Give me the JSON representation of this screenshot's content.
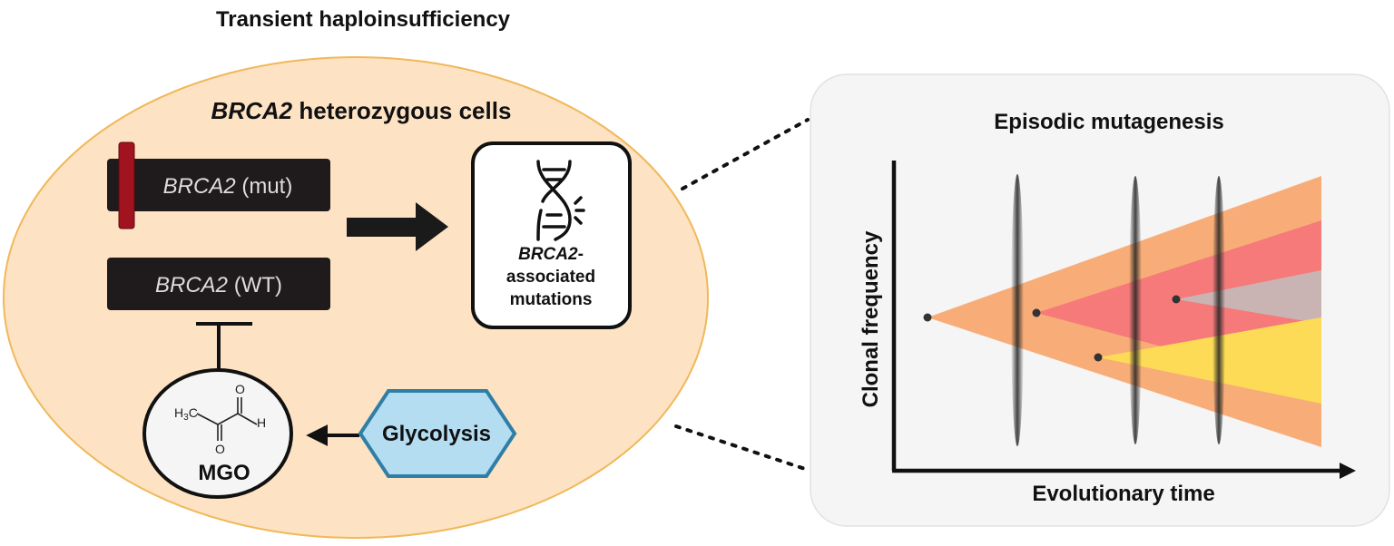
{
  "left_panel": {
    "title": "Transient haploinsufficiency",
    "cell_label_gene": "BRCA2",
    "cell_label_rest": " heterozygous cells",
    "allele_mut": {
      "gene": "BRCA2",
      "suffix": " (mut)"
    },
    "allele_wt": {
      "gene": "BRCA2",
      "suffix": " (WT)"
    },
    "mutations_box": {
      "line1_gene": "BRCA2",
      "line1_suffix": "-",
      "line2": "associated",
      "line3": "mutations"
    },
    "mgo": {
      "label": "MGO",
      "struct_h3c": "H3C",
      "struct_o1": "O",
      "struct_o2": "O",
      "struct_h": "H"
    },
    "glycolysis": "Glycolysis"
  },
  "right_panel": {
    "title": "Episodic mutagenesis",
    "y_axis_label": "Clonal frequency",
    "x_axis_label": "Evolutionary time"
  },
  "colors": {
    "cell_fill": "#fde3c4",
    "cell_stroke": "#f0b85a",
    "allele_box": "#1f1a1c",
    "mutation_bar": "#a1131f",
    "glycolysis_fill": "#b4ddf2",
    "glycolysis_stroke": "#2f7ea6",
    "panel_bg": "#f5f5f5",
    "clone_orange": "#f8ad78",
    "clone_red": "#f67a7a",
    "clone_grey": "#c9b4b3",
    "clone_yellow": "#fddb57"
  }
}
